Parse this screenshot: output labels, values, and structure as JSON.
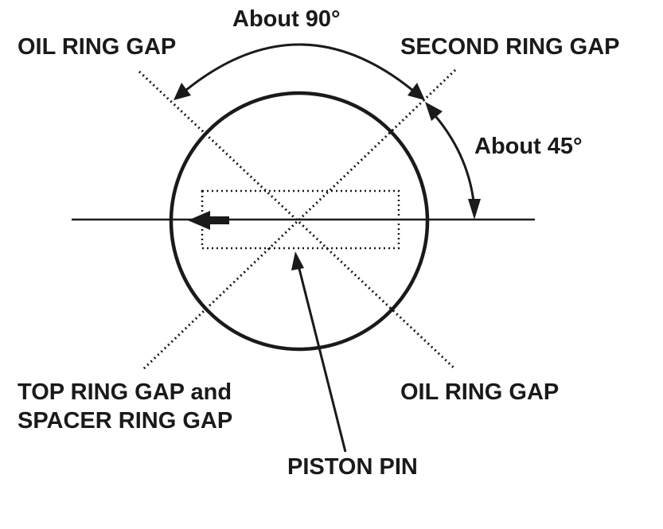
{
  "labels": {
    "angle_90": "About 90°",
    "angle_45": "About 45°",
    "oil_ring_gap_upper": "OIL RING GAP",
    "second_ring_gap": "SECOND RING GAP",
    "top_ring_gap_line1": "TOP RING GAP and",
    "top_ring_gap_line2": "SPACER RING GAP",
    "oil_ring_gap_lower": "OIL RING GAP",
    "piston_pin": "PISTON PIN"
  },
  "colors": {
    "ink": "#1a1a1a",
    "background": "#ffffff"
  }
}
